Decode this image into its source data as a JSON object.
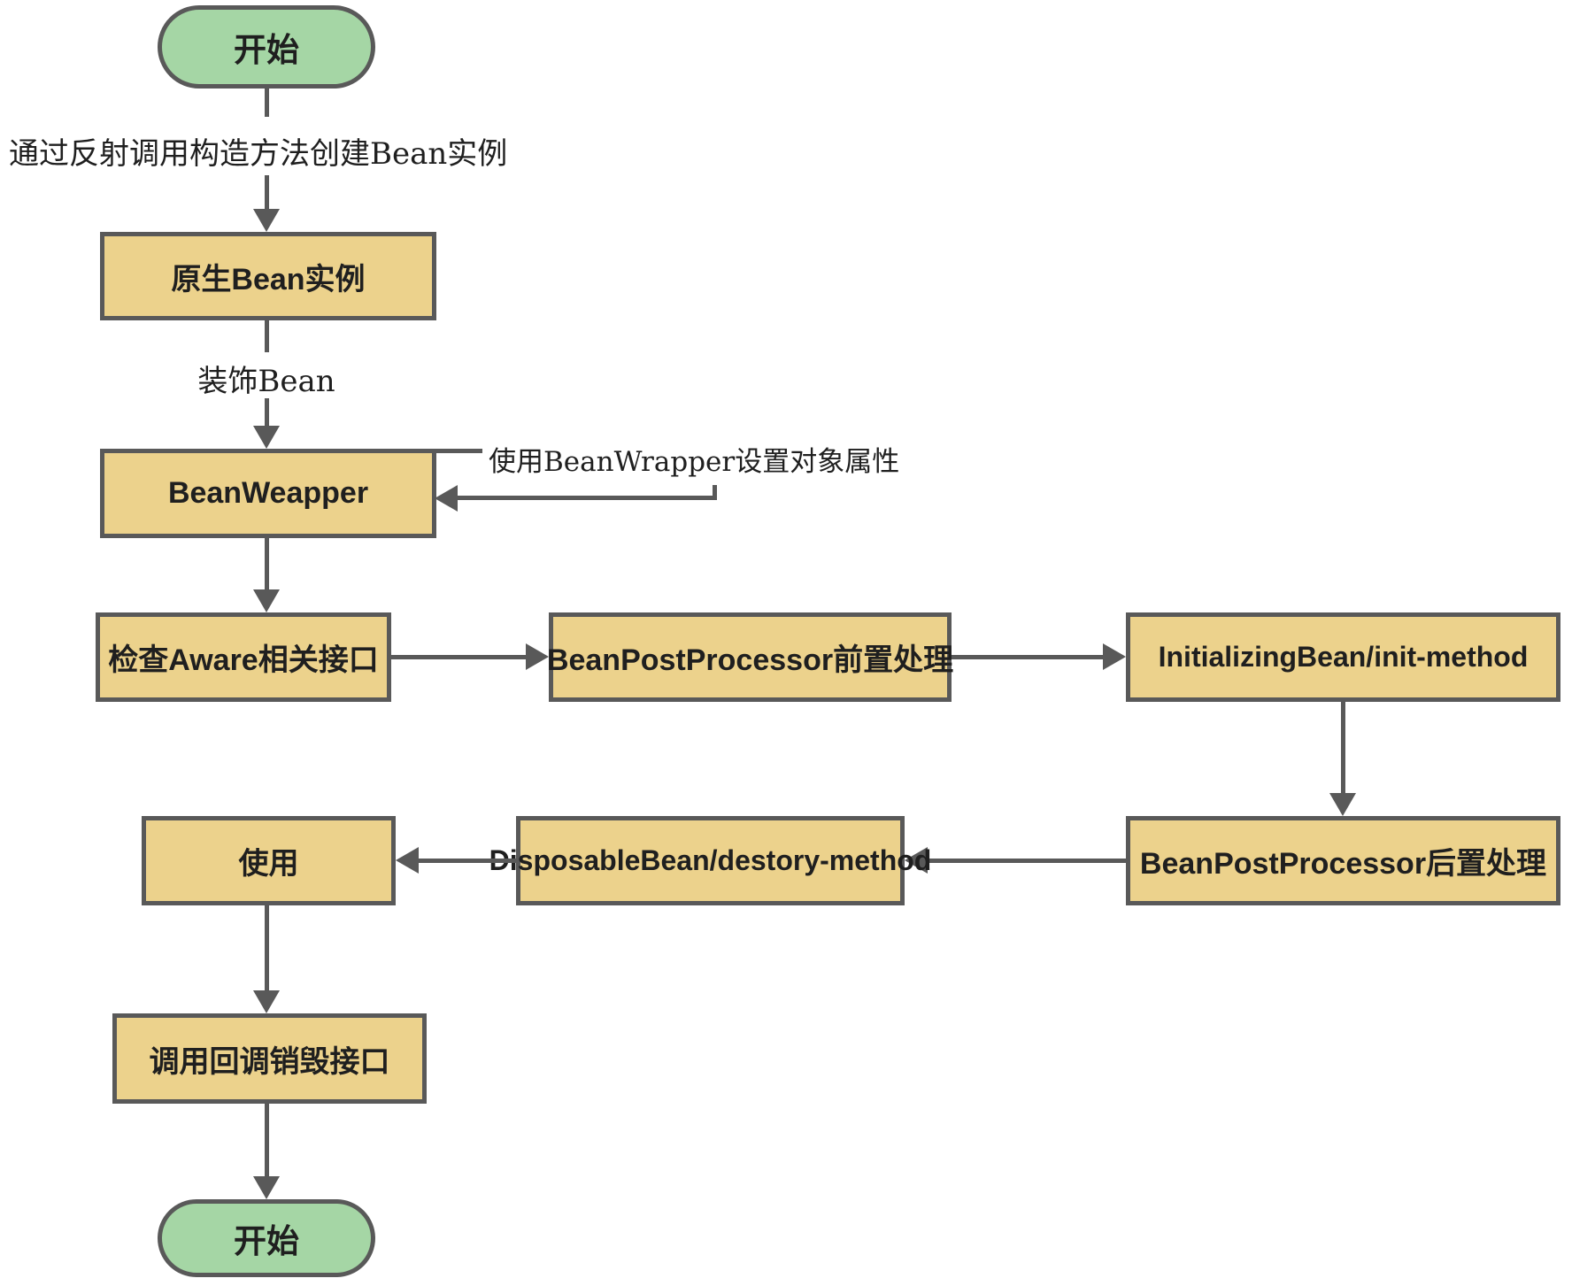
{
  "diagram": {
    "nodes": {
      "start": {
        "label": "开始"
      },
      "raw_bean": {
        "label": "原生Bean实例"
      },
      "bean_wrapper": {
        "label": "BeanWeapper"
      },
      "check_aware": {
        "label": "检查Aware相关接口"
      },
      "post_before": {
        "label": "BeanPostProcessor前置处理"
      },
      "init_method": {
        "label": "InitializingBean/init-method"
      },
      "post_after": {
        "label": "BeanPostProcessor后置处理"
      },
      "dispose": {
        "label": "DisposableBean/destory-method"
      },
      "use": {
        "label": "使用"
      },
      "destroy_callback": {
        "label": "调用回调销毁接口"
      },
      "end": {
        "label": "开始"
      }
    },
    "edge_labels": {
      "create_instance": "通过反射调用构造方法创建Bean实例",
      "decorate_bean": "装饰Bean",
      "wrapper_note": "使用BeanWrapper设置对象属性"
    },
    "colors": {
      "terminal_fill": "#a5d6a5",
      "process_fill": "#ecd28c",
      "stroke": "#595959",
      "text": "#1f1f1f"
    }
  }
}
